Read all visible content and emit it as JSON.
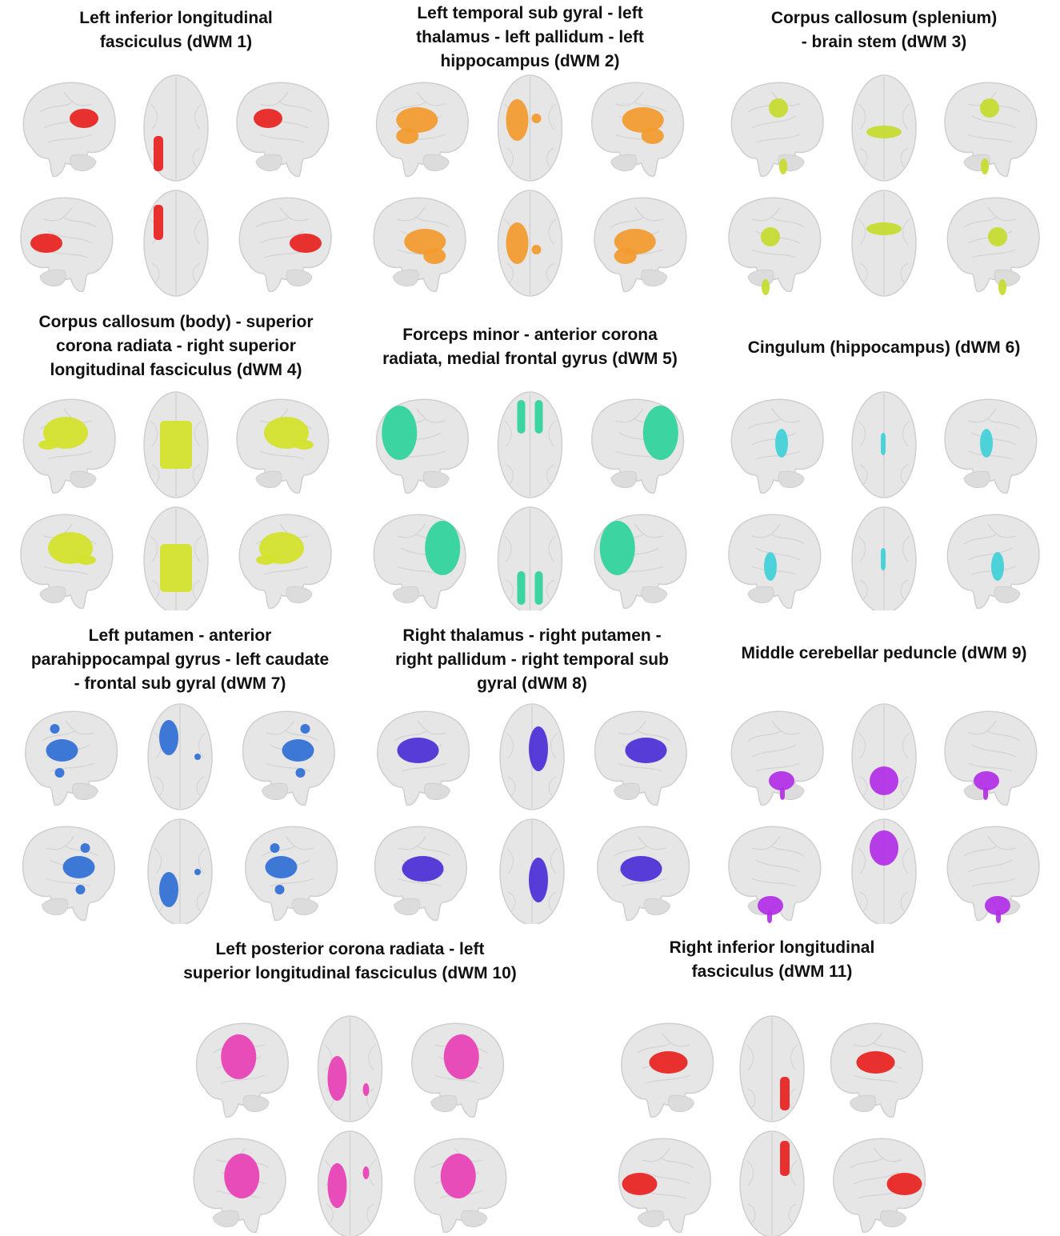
{
  "figure": {
    "panels": [
      {
        "id": "dwm1",
        "title_lines": [
          "Left inferior longitudinal",
          "fasciculus (dWM 1)"
        ],
        "color": "#e8221f"
      },
      {
        "id": "dwm2",
        "title_lines": [
          "Left temporal sub gyral - left",
          "thalamus - left pallidum - left",
          "hippocampus (dWM 2)"
        ],
        "color": "#f39a2e"
      },
      {
        "id": "dwm3",
        "title_lines": [
          "Corpus callosum (splenium)",
          "- brain stem (dWM 3)"
        ],
        "color": "#c6dc2e"
      },
      {
        "id": "dwm4",
        "title_lines": [
          "Corpus callosum (body) - superior",
          "corona radiata - right superior",
          "longitudinal fasciculus (dWM 4)"
        ],
        "color": "#d4e32a"
      },
      {
        "id": "dwm5",
        "title_lines": [
          "Forceps minor - anterior corona",
          "radiata, medial frontal gyrus (dWM 5)"
        ],
        "color": "#2ed39a"
      },
      {
        "id": "dwm6",
        "title_lines": [
          "Cingulum (hippocampus) (dWM 6)"
        ],
        "color": "#3fd0d8"
      },
      {
        "id": "dwm7",
        "title_lines": [
          "Left putamen - anterior",
          "parahippocampal gyrus - left caudate",
          "- frontal sub gyral (dWM 7)"
        ],
        "color": "#2f6fd6"
      },
      {
        "id": "dwm8",
        "title_lines": [
          "Right thalamus - right putamen -",
          "right pallidum - right temporal sub",
          "gyral (dWM 8)"
        ],
        "color": "#4b2ed6"
      },
      {
        "id": "dwm9",
        "title_lines": [
          "Middle cerebellar peduncle (dWM 9)"
        ],
        "color": "#b12ee6"
      },
      {
        "id": "dwm10",
        "title_lines": [
          "Left posterior corona radiata - left",
          "superior longitudinal fasciculus (dWM 10)"
        ],
        "color": "#e83fb4"
      },
      {
        "id": "dwm11",
        "title_lines": [
          "Right inferior longitudinal",
          "fasciculus (dWM 11)"
        ],
        "color": "#e8221f"
      }
    ],
    "brain_fill": "#e6e6e6",
    "brain_stroke": "#cfcfcf"
  }
}
